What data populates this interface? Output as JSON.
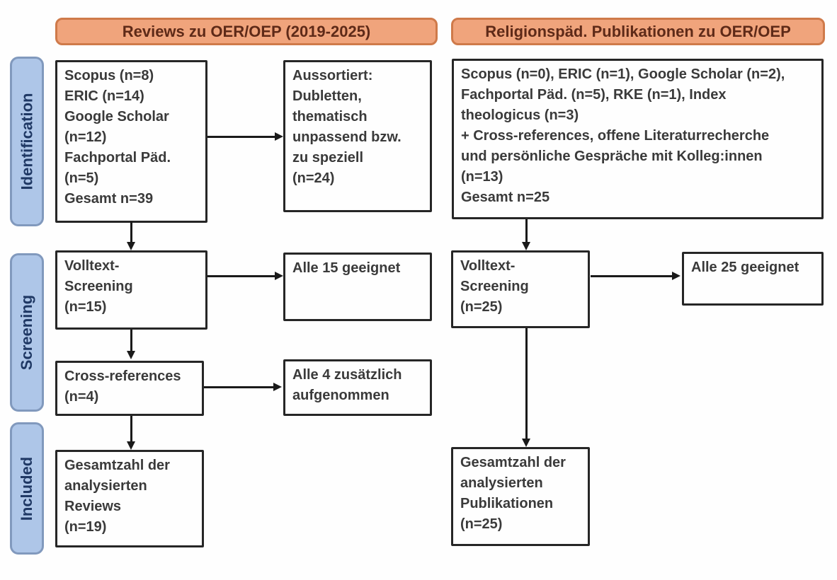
{
  "colors": {
    "header_fill": "#f0a47c",
    "header_border": "#cf7a4a",
    "header_text": "#5e2a18",
    "stage_fill": "#aec6e8",
    "stage_border": "#8199bd",
    "stage_text": "#1f3864",
    "box_border": "#262626",
    "box_text": "#3a3a3a",
    "arrow": "#1a1a1a"
  },
  "column_headers": {
    "left": "Reviews zu OER/OEP (2019-2025)",
    "right": "Religionspäd. Publikationen zu OER/OEP"
  },
  "stage_labels": {
    "identification": "Identification",
    "screening": "Screening",
    "included": "Included"
  },
  "boxes": {
    "left_sources": "Scopus (n=8)\nERIC (n=14)\nGoogle Scholar\n(n=12)\nFachportal Päd.\n(n=5)\nGesamt n=39",
    "left_excluded": "Aussortiert:\nDubletten,\nthematisch\nunpassend bzw.\nzu speziell\n(n=24)",
    "left_fulltext": "Volltext-\nScreening\n(n=15)",
    "left_eligible": "Alle 15 geeignet",
    "left_crossref": "Cross-references\n(n=4)",
    "left_crossref_added": "Alle 4 zusätzlich\naufgenommen",
    "left_included": "Gesamtzahl der\nanalysierten\nReviews\n(n=19)",
    "right_sources": "Scopus (n=0), ERIC (n=1), Google Scholar (n=2),\nFachportal Päd. (n=5), RKE (n=1), Index\ntheologicus (n=3)\n+ Cross-references, offene Literaturrecherche\nund persönliche Gespräche mit Kolleg:innen\n(n=13)\nGesamt n=25",
    "right_fulltext": "Volltext-\nScreening\n(n=25)",
    "right_eligible": "Alle 25 geeignet",
    "right_included": "Gesamtzahl der\nanalysierten\nPublikationen\n(n=25)"
  }
}
